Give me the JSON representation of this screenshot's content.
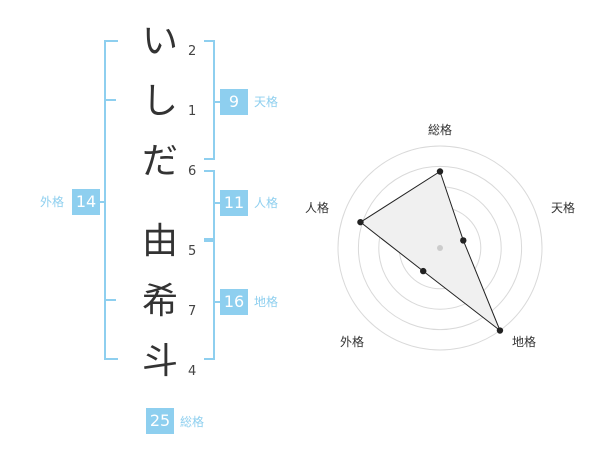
{
  "name": {
    "chars": [
      {
        "char": "い",
        "strokes": "2"
      },
      {
        "char": "し",
        "strokes": "1"
      },
      {
        "char": "だ",
        "strokes": "6"
      },
      {
        "char": "由",
        "strokes": "5"
      },
      {
        "char": "希",
        "strokes": "7"
      },
      {
        "char": "斗",
        "strokes": "4"
      }
    ]
  },
  "fortune": {
    "tenkaku": {
      "value": "9",
      "label": "天格"
    },
    "jinkaku": {
      "value": "11",
      "label": "人格"
    },
    "chikaku": {
      "value": "16",
      "label": "地格"
    },
    "gaikaku": {
      "value": "14",
      "label": "外格"
    },
    "soukaku": {
      "value": "25",
      "label": "総格"
    }
  },
  "radar": {
    "axes": [
      "総格",
      "天格",
      "地格",
      "外格",
      "人格"
    ],
    "values": [
      0.75,
      0.24,
      1.0,
      0.28,
      0.82
    ],
    "colors": {
      "ring": "#d9d9d9",
      "fill": "#f0f0f0",
      "line": "#222222",
      "point": "#222222",
      "center": "#cccccc"
    }
  }
}
